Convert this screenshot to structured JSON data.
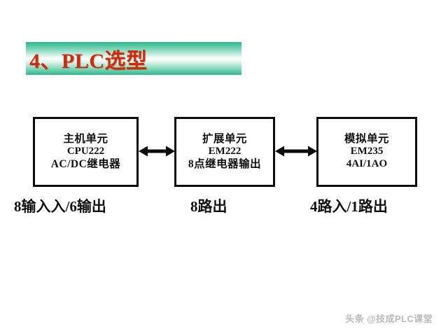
{
  "slide": {
    "background_color": "#ffffff",
    "title": {
      "text": "4、PLC选型",
      "text_color": "#d02a0c",
      "banner_gradient_start": "#36b58e",
      "banner_gradient_mid": "#fbfefd",
      "banner_gradient_end": "#34b48d"
    },
    "diagram": {
      "blocks": [
        {
          "id": "host-unit",
          "lines": [
            "主机单元",
            "CPU222",
            "AC/DC继电器"
          ],
          "caption": "8输入入/6输出"
        },
        {
          "id": "expansion-unit",
          "lines": [
            "扩展单元",
            "EM222",
            "8点继电器输出"
          ],
          "caption": "8路出"
        },
        {
          "id": "analog-unit",
          "lines": [
            "模拟单元",
            "EM235",
            "4AI/1AO"
          ],
          "caption": "4路入/1路出"
        }
      ],
      "connectors": [
        {
          "id": "connector-1",
          "type": "double-arrow"
        },
        {
          "id": "connector-2",
          "type": "double-arrow"
        }
      ],
      "line_color": "#0c0c0c"
    },
    "watermark": {
      "text": "头条 @技成PLC课堂",
      "color": "#b9b9b9"
    }
  }
}
